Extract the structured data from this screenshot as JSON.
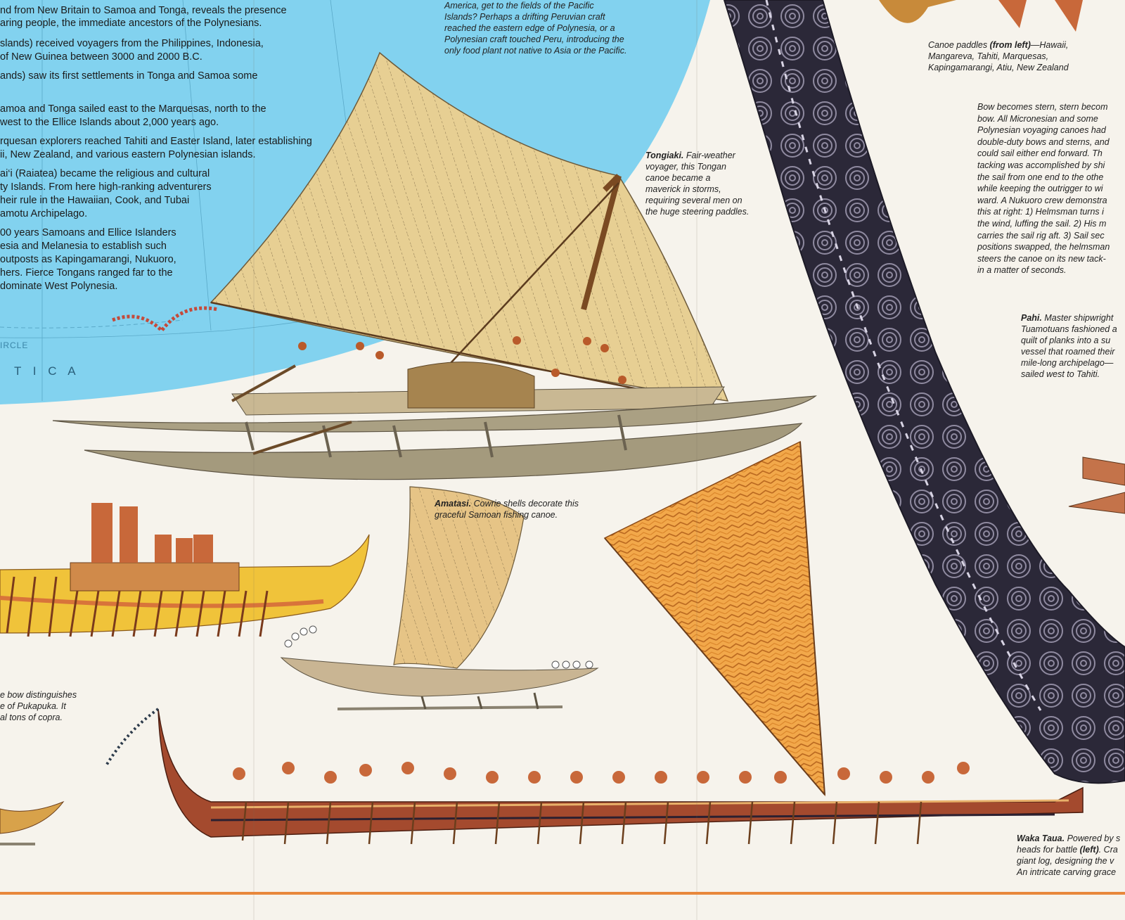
{
  "intro_lines": [
    "nd from New Britain to Samoa and Tonga, reveals the presence",
    "aring people, the immediate ancestors of the Polynesians.",
    "slands) received voyagers from the Philippines, Indonesia,",
    "of New Guinea between 3000 and 2000 B.C.",
    "ands) saw its first settlements in Tonga and Samoa some",
    "",
    "amoa and Tonga sailed east to the Marquesas, north to the",
    "west to the Ellice Islands about 2,000 years ago.",
    "rquesan explorers reached Tahiti and Easter Island, later establishing",
    "ii, New Zealand, and various eastern Polynesian islands.",
    "ai‘i (Raiatea) became the religious and cultural",
    "ty Islands. From here high-ranking adventurers",
    "heir rule in the Hawaiian, Cook, and Tubai",
    "amotu Archipelago.",
    "00 years Samoans and Ellice Islanders",
    "esia and Melanesia to establish such",
    " outposts as Kapingamarangi, Nukuoro,",
    "hers. Fierce Tongans ranged far to the",
    "dominate West Polynesia."
  ],
  "peru_caption": [
    "America, get to the fields of the Pacific",
    "Islands? Perhaps a drifting Peruvian craft",
    "reached the eastern edge of Polynesia, or a",
    "Polynesian craft touched Peru, introducing the",
    "only food plant not native to Asia or the Pacific."
  ],
  "map_labels": {
    "circle": "IRCLE",
    "antarctica": "T I C A"
  },
  "tongiaki": {
    "title": "Tongiaki.",
    "lines": [
      "Fair-weather",
      "voyager, this Tongan",
      "canoe became a",
      "maverick in storms,",
      "requiring several men on",
      "the huge steering paddles."
    ]
  },
  "amatasi": {
    "title": "Amatasi.",
    "lines": [
      "Cowrie shells decorate this",
      "graceful Samoan fishing canoe."
    ]
  },
  "pukapuka_caption": [
    "e bow distinguishes",
    "e of Pukapuka. It",
    "al tons of copra."
  ],
  "paddles_caption": {
    "line1_pre": "Canoe paddles ",
    "line1_bold": "(from left)",
    "line1_post": "—Hawaii,",
    "lines": [
      "Mangareva, Tahiti, Marquesas,",
      "Kapingamarangi, Atiu, New Zealand"
    ]
  },
  "tacking_caption": [
    "Bow becomes stern, stern becom",
    "bow. All Micronesian and some",
    "Polynesian voyaging canoes had",
    "double-duty bows and sterns, and",
    "could sail either end forward. Th",
    "tacking was accomplished by shi",
    "the sail from one end to the othe",
    "while keeping the outrigger to wi",
    "ward. A Nukuoro crew demonstra",
    "this at right: 1) Helmsman turns i",
    "the wind, luffing the sail. 2) His m",
    "carries the sail rig aft. 3) Sail sec",
    "positions swapped, the helmsman",
    "steers the canoe on its new tack-",
    "in a matter of seconds."
  ],
  "pahi": {
    "title": "Pahi.",
    "lines": [
      "Master shipwright",
      "Tuamotuans fashioned a",
      "quilt of planks into a su",
      "vessel that roamed their",
      "mile-long archipelago—",
      "sailed west to Tahiti."
    ]
  },
  "waka_taua": {
    "title": "Waka Taua.",
    "line1_post": " Powered by s",
    "line2_pre": "heads for battle ",
    "line2_bold": "(left)",
    "line2_post": ". Cra",
    "lines": [
      "giant log, designing the v",
      "An intricate carving grace"
    ]
  },
  "colors": {
    "ocean": "#7fd0ee",
    "sail_tan": "#e8cf92",
    "sail_orange": "#f0a53c",
    "hull_grey": "#a89f83",
    "hull_red": "#a4432c",
    "carving_dark": "#2b2838",
    "accent_orange": "#e8873b"
  }
}
